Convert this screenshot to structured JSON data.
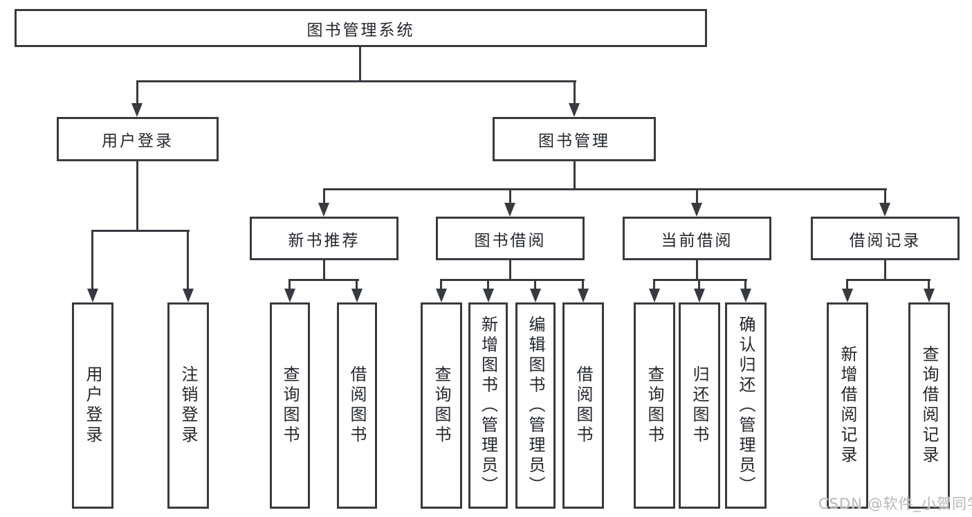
{
  "diagram": {
    "root": {
      "label": "图书管理系统"
    },
    "level2": [
      {
        "label": "用户登录"
      },
      {
        "label": "图书管理"
      }
    ],
    "level3": [
      {
        "label": "新书推荐"
      },
      {
        "label": "图书借阅"
      },
      {
        "label": "当前借阅"
      },
      {
        "label": "借阅记录"
      }
    ],
    "leaves": {
      "user_login": [
        {
          "label": "用户登录"
        },
        {
          "label": "注销登录"
        }
      ],
      "new_books": [
        {
          "label": "查询图书"
        },
        {
          "label": "借阅图书"
        }
      ],
      "book_borrow": [
        {
          "label": "查询图书"
        },
        {
          "label": "新增图书（管理员）"
        },
        {
          "label": "编辑图书（管理员）"
        },
        {
          "label": "借阅图书"
        }
      ],
      "current_borrow": [
        {
          "label": "查询图书"
        },
        {
          "label": "归还图书"
        },
        {
          "label": "确认归还（管理员）"
        }
      ],
      "borrow_records": [
        {
          "label": "新增借阅记录"
        },
        {
          "label": "查询借阅记录"
        }
      ]
    },
    "watermark": "CSDN @软件_小贺同学",
    "colors": {
      "line": "#373a3f",
      "text": "#23272c",
      "watermark": "#b6b6b6",
      "background": "#ffffff"
    }
  }
}
